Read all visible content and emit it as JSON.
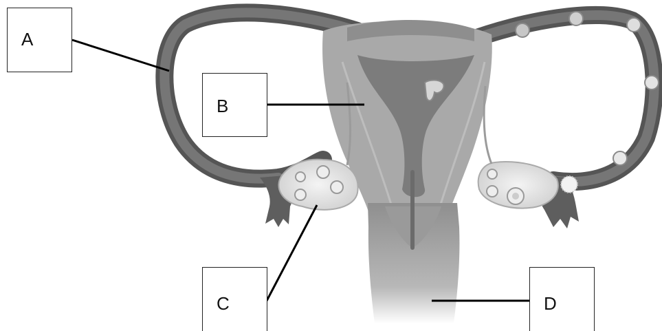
{
  "labels": {
    "a": "A",
    "b": "B",
    "c": "C",
    "d": "D"
  },
  "colors": {
    "tube": "#6e6e6e",
    "tube_dark": "#4d4d4d",
    "uterus_wall": "#a9a9a9",
    "uterus_inner": "#8a8a8a",
    "ovary": "#e6e6e6",
    "leader_line": "#000000"
  }
}
